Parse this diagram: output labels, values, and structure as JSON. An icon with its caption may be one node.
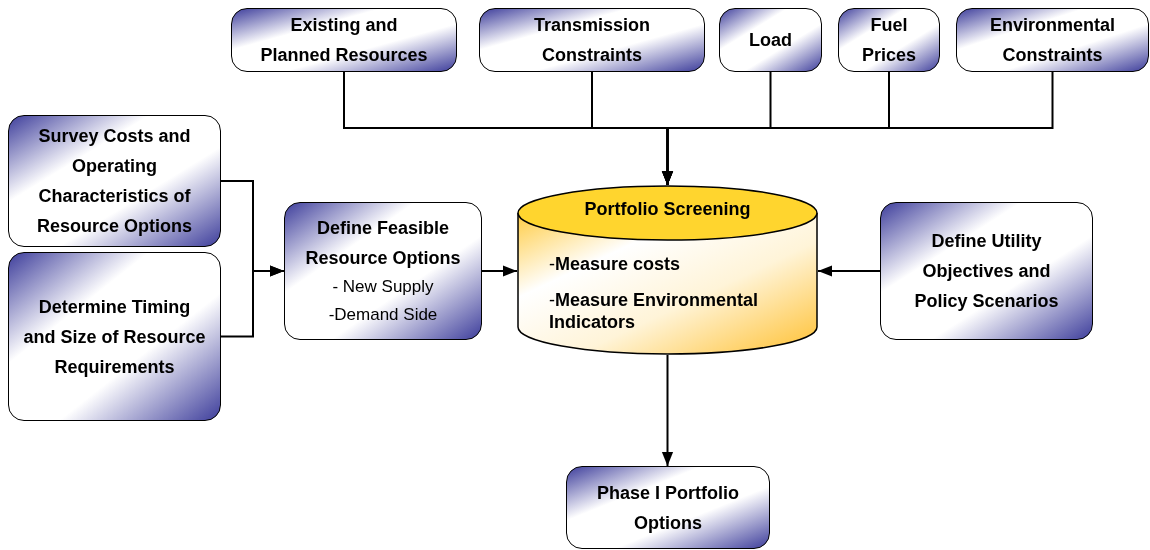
{
  "diagram": {
    "nodes": [
      {
        "text": [
          "Existing and Planned Resources"
        ]
      },
      {
        "text": [
          "Transmission Constraints"
        ]
      },
      {
        "text": [
          "Load"
        ]
      },
      {
        "text": [
          "Fuel Prices"
        ]
      },
      {
        "text": [
          "Environmental Constraints"
        ]
      },
      {
        "text": [
          "Survey Costs and Operating Characteristics of Resource Options"
        ]
      },
      {
        "text": [
          "Determine Timing and Size of Resource Requirements"
        ]
      },
      {
        "text": [
          "Define Feasible Resource Options",
          "- New Supply",
          "-Demand Side"
        ]
      },
      {
        "text": [
          "Portfolio Screening",
          "-**Measure costs**",
          "-**Measure Environmental Indicators**"
        ]
      },
      {
        "text": [
          "Define Utility Objectives and Policy Scenarios"
        ]
      },
      {
        "text": [
          "Phase I Portfolio Options"
        ]
      }
    ],
    "edges": [
      {
        "from": 0,
        "to": 8,
        "arrow": "to"
      },
      {
        "from": 1,
        "to": 8,
        "arrow": "to"
      },
      {
        "from": 2,
        "to": 8,
        "arrow": "to"
      },
      {
        "from": 3,
        "to": 8,
        "arrow": "to"
      },
      {
        "from": 4,
        "to": 8,
        "arrow": "to"
      },
      {
        "from": 5,
        "to": 7,
        "arrow": "to"
      },
      {
        "from": 6,
        "to": 7,
        "arrow": "to"
      },
      {
        "from": 7,
        "to": 8,
        "arrow": "to"
      },
      {
        "from": 9,
        "to": 8,
        "arrow": "to"
      },
      {
        "from": 8,
        "to": 10,
        "arrow": "to"
      }
    ]
  }
}
